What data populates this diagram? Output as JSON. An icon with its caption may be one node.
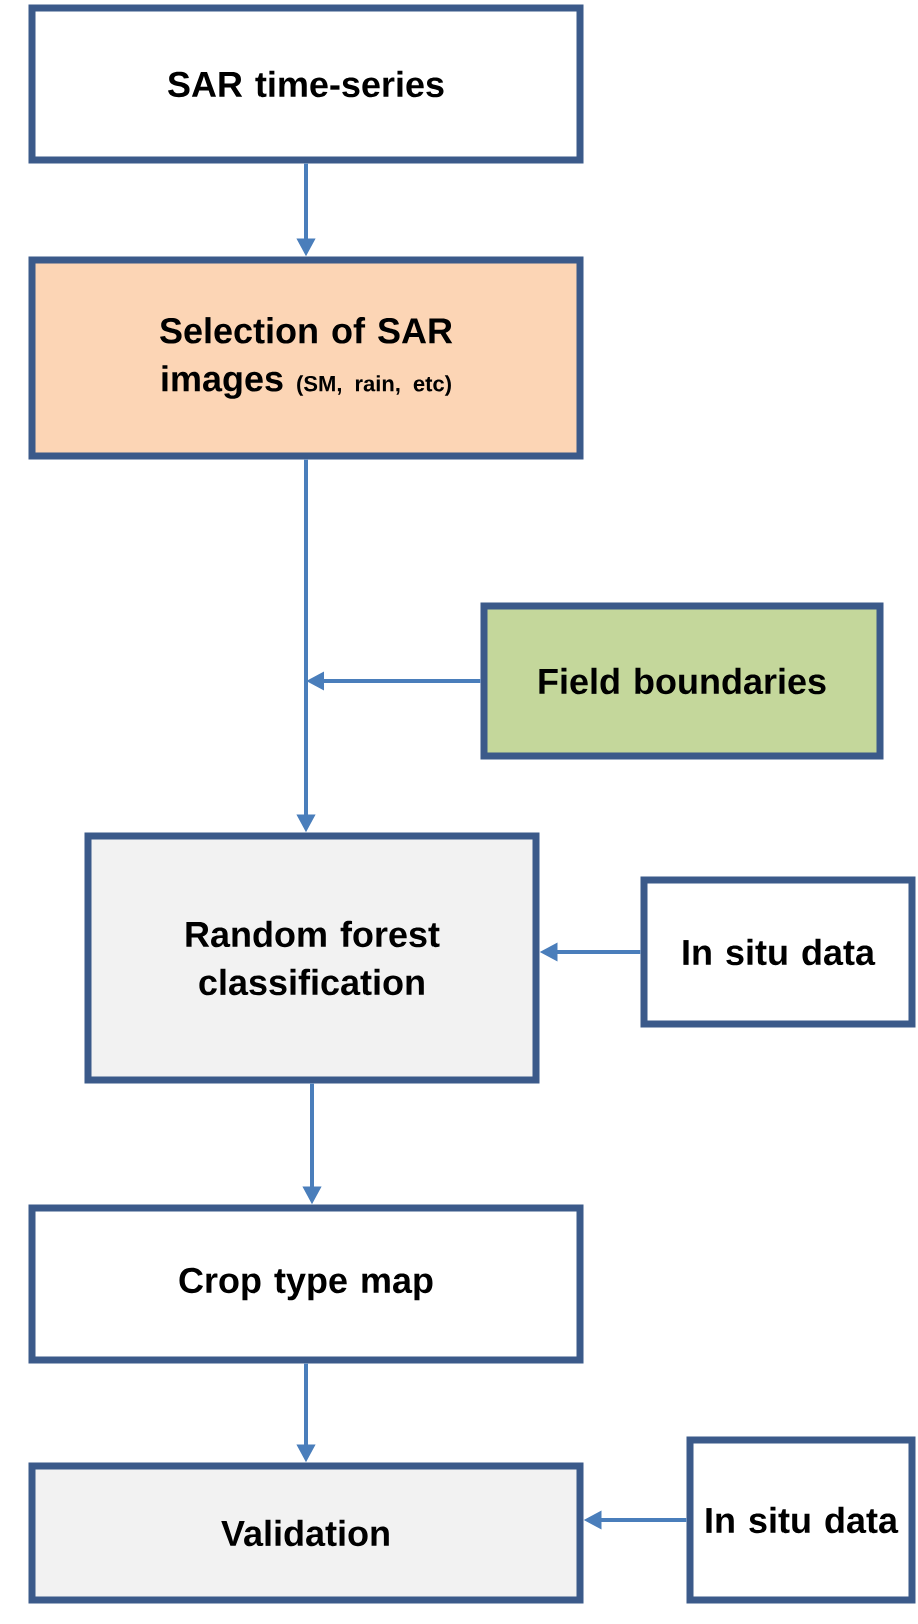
{
  "diagram": {
    "nodes": [
      {
        "text": [
          "SAR time-series"
        ]
      },
      {
        "text": [
          "Selection of SAR images",
          "(SM, rain, etc)"
        ]
      },
      {
        "text": [
          "Field boundaries"
        ]
      },
      {
        "text": [
          "Random forest classification"
        ]
      },
      {
        "text": [
          "In situ data"
        ]
      },
      {
        "text": [
          "Crop type map"
        ]
      },
      {
        "text": [
          "Validation"
        ]
      },
      {
        "text": [
          "In situ data"
        ]
      }
    ],
    "edges": [
      {
        "from": 0,
        "to": 1,
        "arrow": "to"
      },
      {
        "from": 1,
        "to": 3,
        "arrow": "to"
      },
      {
        "from": 2,
        "to": null,
        "arrow": "to"
      },
      {
        "from": 4,
        "to": 3,
        "arrow": "to"
      },
      {
        "from": 3,
        "to": 5,
        "arrow": "to"
      },
      {
        "from": 5,
        "to": 6,
        "arrow": "to"
      },
      {
        "from": 7,
        "to": 6,
        "arrow": "to"
      }
    ]
  }
}
